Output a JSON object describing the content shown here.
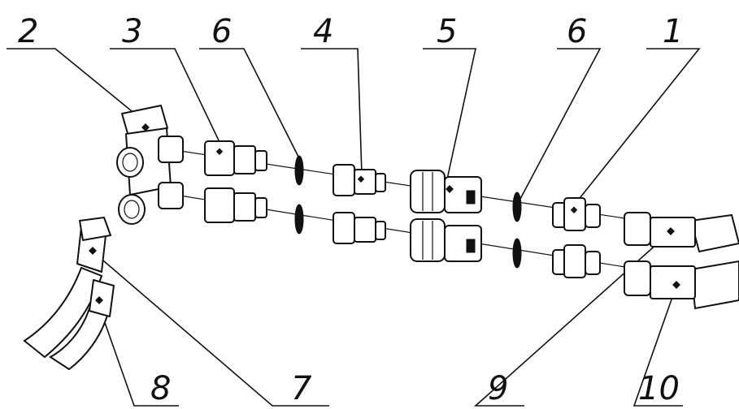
{
  "diagram": {
    "callouts": [
      {
        "id": "c2",
        "label": "2"
      },
      {
        "id": "c3",
        "label": "3"
      },
      {
        "id": "c6a",
        "label": "6"
      },
      {
        "id": "c4",
        "label": "4"
      },
      {
        "id": "c5",
        "label": "5"
      },
      {
        "id": "c6b",
        "label": "6"
      },
      {
        "id": "c1",
        "label": "1"
      },
      {
        "id": "c8",
        "label": "8"
      },
      {
        "id": "c7",
        "label": "7"
      },
      {
        "id": "c9",
        "label": "9"
      },
      {
        "id": "c10",
        "label": "10"
      }
    ]
  }
}
